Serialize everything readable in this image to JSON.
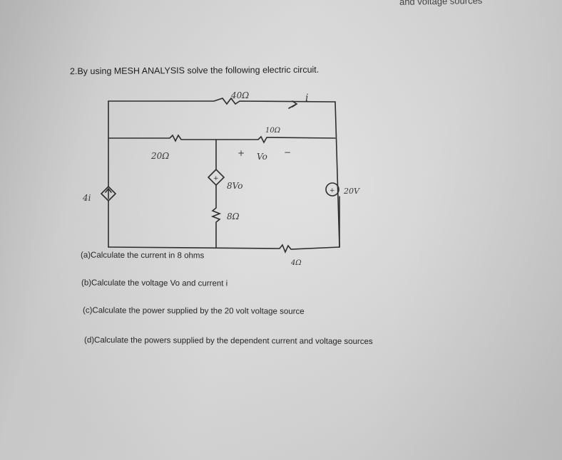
{
  "header_fragment": "and voltage sources",
  "title": "2.By using MESH ANALYSIS solve the following electric circuit.",
  "circuit": {
    "labels": {
      "r40": "40Ω",
      "current_i": "i",
      "r10": "10Ω",
      "r20": "20Ω",
      "vo_plus": "+",
      "vo": "Vo",
      "vo_minus": "−",
      "dep_voltage": "8Vo",
      "r8": "8Ω",
      "dep_current": "4i",
      "v20": "20V",
      "r4": "4Ω"
    }
  },
  "questions": {
    "a": "(a)Calculate the current in 8 ohms",
    "b": "(b)Calculate the voltage Vo and current i",
    "c": "(c)Calculate the power supplied by the 20 volt voltage source",
    "d": "(d)Calculate the powers supplied by the dependent current and voltage sources"
  }
}
